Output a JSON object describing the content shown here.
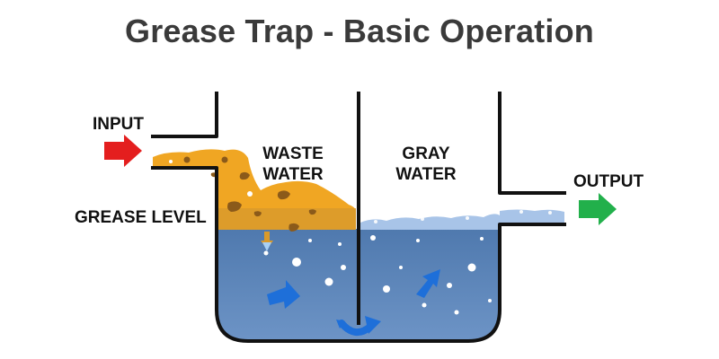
{
  "title": "Grease Trap - Basic Operation",
  "labels": {
    "input": "INPUT",
    "output": "OUTPUT",
    "grease_level": "GREASE LEVEL",
    "waste_water_line1": "WASTE",
    "waste_water_line2": "WATER",
    "gray_water_line1": "GRAY",
    "gray_water_line2": "WATER"
  },
  "colors": {
    "title": "#3a3a3a",
    "input_arrow": "#e41e1e",
    "output_arrow": "#22b04b",
    "grease": "#f0a623",
    "grease_particles": "#8b5a1a",
    "water": "#5b84b8",
    "water_surface": "#a8c4e8",
    "flow_arrow": "#1e6fd9",
    "walls": "#111111"
  },
  "icons": {
    "input_arrow": "right-arrow",
    "output_arrow": "right-arrow",
    "flow_arrows": "curved-arrow"
  }
}
